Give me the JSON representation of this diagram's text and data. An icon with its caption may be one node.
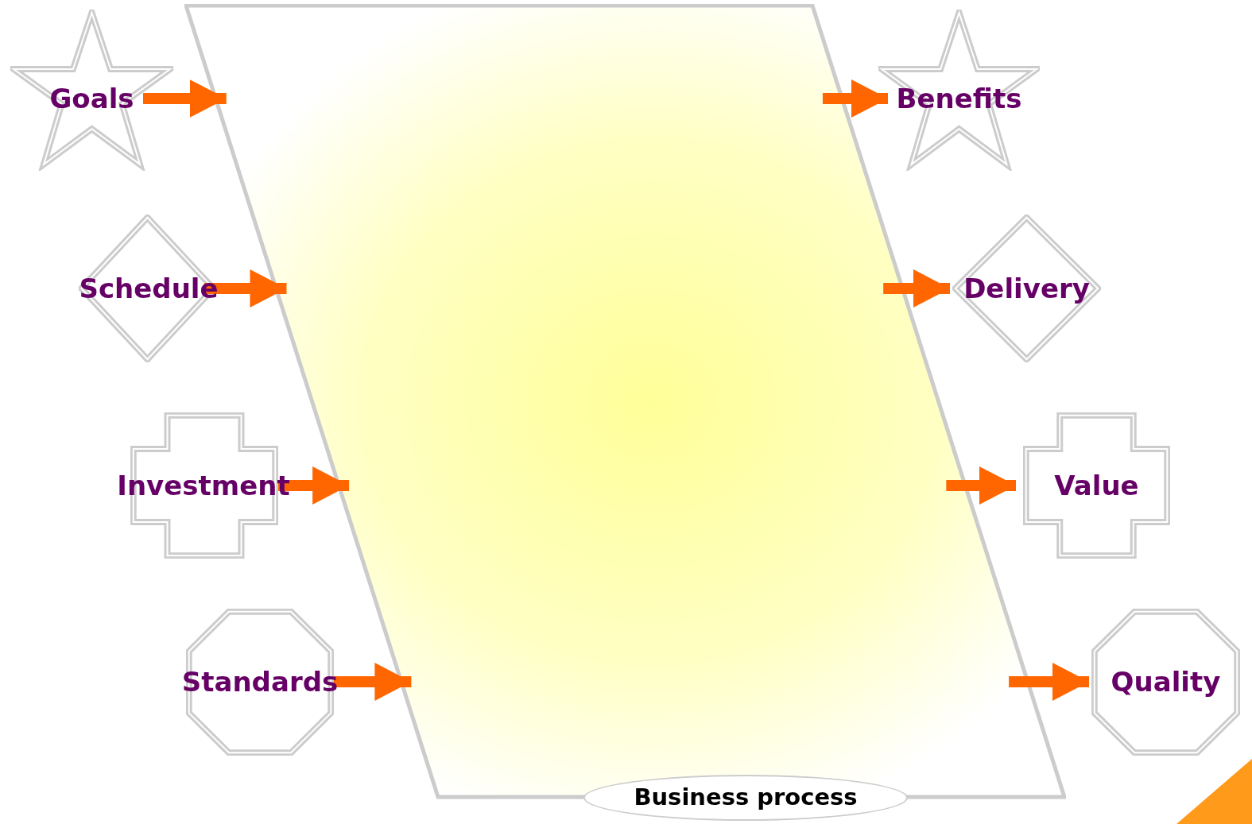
{
  "diagram": {
    "nodes": [
      {
        "text": [
          "Business process"
        ]
      },
      {
        "text": [
          "Goals"
        ]
      },
      {
        "text": [
          "Benefits"
        ]
      },
      {
        "text": [
          "Schedule"
        ]
      },
      {
        "text": [
          "Delivery"
        ]
      },
      {
        "text": [
          "Investment"
        ]
      },
      {
        "text": [
          "Value"
        ]
      },
      {
        "text": [
          "Standards"
        ]
      },
      {
        "text": [
          "Quality"
        ]
      }
    ],
    "edges": [
      {
        "from": 1,
        "to": 0,
        "arrow": "to"
      },
      {
        "from": 3,
        "to": 0,
        "arrow": "to"
      },
      {
        "from": 5,
        "to": 0,
        "arrow": "to"
      },
      {
        "from": 7,
        "to": 0,
        "arrow": "to"
      },
      {
        "from": 0,
        "to": 2,
        "arrow": "to"
      },
      {
        "from": 0,
        "to": 4,
        "arrow": "to"
      },
      {
        "from": 0,
        "to": 6,
        "arrow": "to"
      },
      {
        "from": 0,
        "to": 8,
        "arrow": "to"
      }
    ]
  }
}
